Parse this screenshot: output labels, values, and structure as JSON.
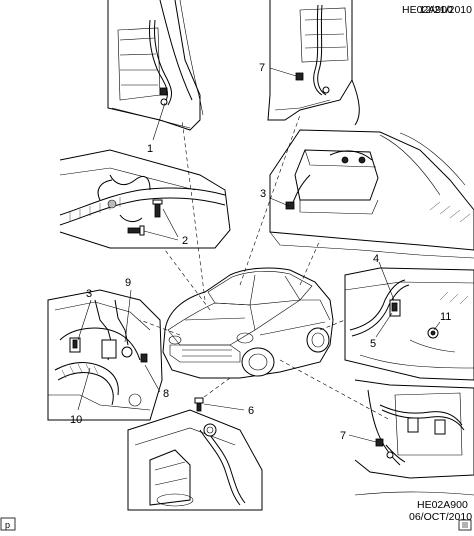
{
  "header": {
    "code": "HE02A900",
    "date": "12/21/2010"
  },
  "footer": {
    "code": "HE02A900",
    "date": "06/OCT/2010",
    "corner_mark": "p"
  },
  "callouts": {
    "c1": "1",
    "c2": "2",
    "c3_top": "3",
    "c3_left": "3",
    "c4": "4",
    "c5": "5",
    "c6": "6",
    "c7_top": "7",
    "c7_bottom": "7",
    "c8": "8",
    "c9": "9",
    "c10": "10",
    "c11": "11"
  },
  "icons": {
    "book_icon": "book-icon",
    "vehicle": "sedan-vehicle-illustration"
  }
}
